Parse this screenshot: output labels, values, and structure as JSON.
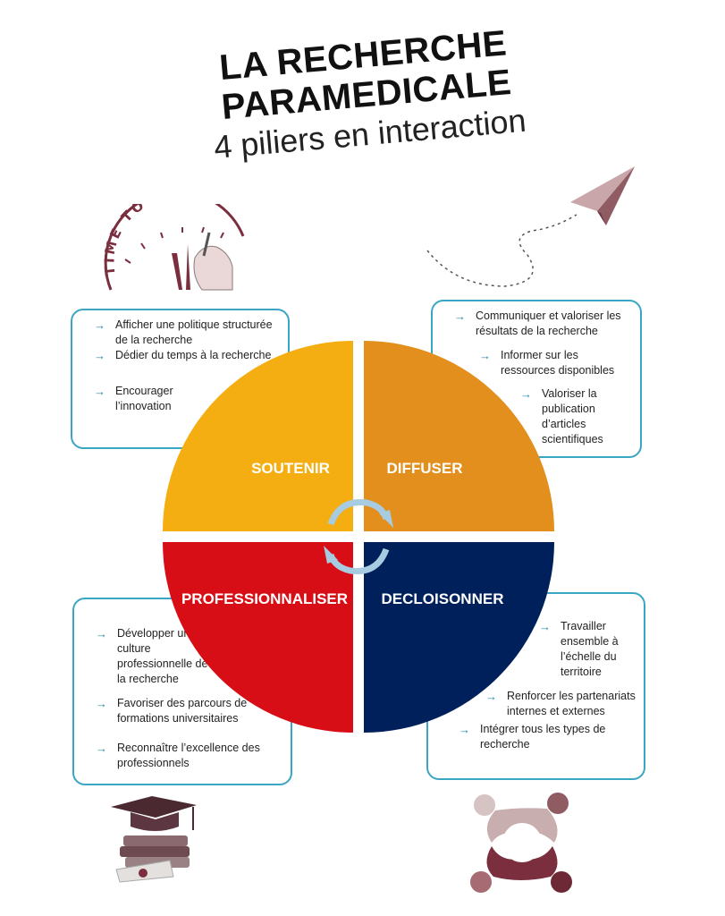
{
  "title": {
    "line1": "LA RECHERCHE",
    "line2": "PARAMEDICALE",
    "line3": "4 piliers en interaction"
  },
  "illustrations": {
    "clock_text": "TIME TO PLAN",
    "clock_icon": "time-to-plan-icon",
    "plane_icon": "paper-plane-icon",
    "grad_icon": "graduation-cap-books-icon",
    "people_icon": "people-circle-icon"
  },
  "colors": {
    "soutenir": "#f4ae12",
    "diffuser": "#e38f1d",
    "professionnaliser": "#d80e16",
    "decloisonner": "#00205b",
    "card_border": "#3aa6c4",
    "arrow": "#2a8ca8"
  },
  "pillars": {
    "soutenir": "SOUTENIR",
    "diffuser": "DIFFUSER",
    "professionnaliser": "PROFESSIONNALISER",
    "decloisonner": "DECLOISONNER"
  },
  "cards": {
    "soutenir": [
      "Afficher une politique structurée de la recherche",
      "Dédier du temps à la recherche",
      "Encourager l’innovation"
    ],
    "diffuser": [
      "Communiquer  et valoriser les résultats de la recherche",
      "Informer sur les ressources disponibles",
      "Valoriser la publication d’articles scientifiques"
    ],
    "professionnaliser": [
      "Développer  une culture professionnelle de la recherche",
      "Favoriser  des parcours de formations universitaires",
      "Reconnaître l’excellence des professionnels"
    ],
    "decloisonner": [
      "Travailler ensemble à l’échelle du territoire",
      "Renforcer les partenariats internes et externes",
      "Intégrer  tous  les types de recherche"
    ]
  }
}
